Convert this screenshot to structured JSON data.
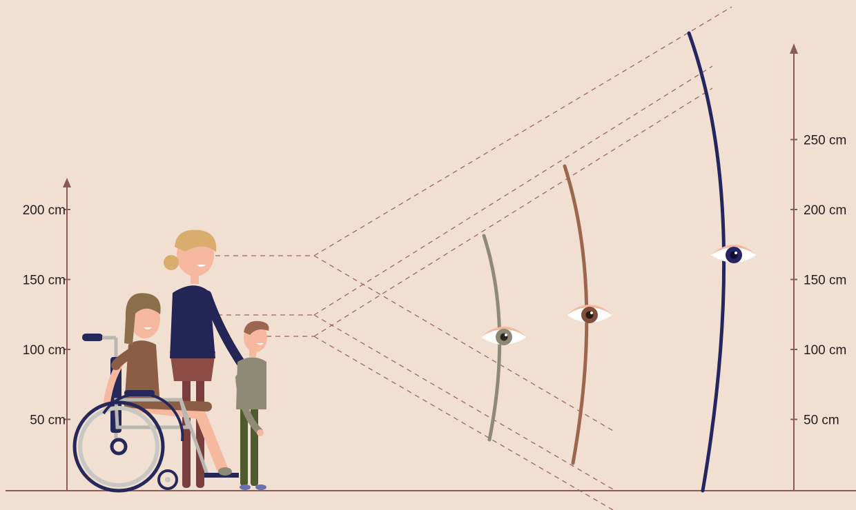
{
  "colors": {
    "background": "#f1dfd2",
    "axis": "#8a5a55",
    "sightline": "#9b6660",
    "arc_wheelchair": "#8f8a75",
    "arc_child": "#9b6750",
    "arc_adult": "#252660"
  },
  "left_scale": {
    "unit": "cm",
    "ticks": [
      {
        "value": 50,
        "label": "50 cm"
      },
      {
        "value": 100,
        "label": "100 cm"
      },
      {
        "value": 150,
        "label": "150 cm"
      },
      {
        "value": 200,
        "label": "200 cm"
      }
    ]
  },
  "right_scale": {
    "unit": "cm",
    "ticks": [
      {
        "value": 50,
        "label": "50 cm"
      },
      {
        "value": 100,
        "label": "100 cm"
      },
      {
        "value": 150,
        "label": "150 cm"
      },
      {
        "value": 200,
        "label": "200 cm"
      },
      {
        "value": 250,
        "label": "250 cm"
      }
    ]
  },
  "figures": [
    {
      "name": "wheelchair-user",
      "icon": "wheelchair-user-icon"
    },
    {
      "name": "adult-standing",
      "icon": "standing-adult-icon"
    },
    {
      "name": "child-standing",
      "icon": "standing-child-icon"
    }
  ],
  "eyes": [
    {
      "name": "eye-wheelchair-view",
      "icon": "eye-icon",
      "iris": "#8c8878"
    },
    {
      "name": "eye-child-view",
      "icon": "eye-icon",
      "iris": "#7d4f3c"
    },
    {
      "name": "eye-adult-view",
      "icon": "eye-icon",
      "iris": "#262561"
    }
  ]
}
